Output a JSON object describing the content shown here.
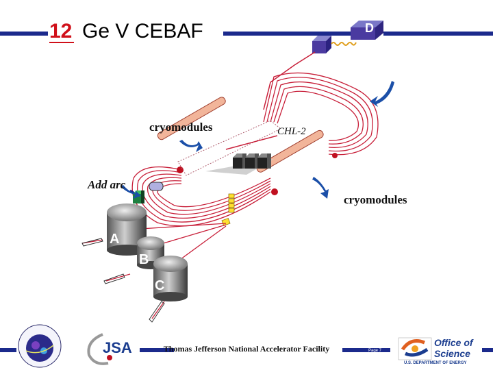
{
  "title": {
    "number": "12",
    "text": "Ge V CEBAF"
  },
  "labels": {
    "cryomodules_top": "cryomodules",
    "chl": "CHL-2",
    "add_arc": "Add arc",
    "cryomodules_right": "cryomodules"
  },
  "halls": {
    "a": "A",
    "b": "B",
    "c": "C",
    "d": "D"
  },
  "footer": {
    "text": "Thomas Jefferson National Accelerator Facility",
    "page": "Page 7",
    "office_line1": "Office of",
    "office_line2": "Science",
    "office_line3": "U.S. DEPARTMENT OF ENERGY"
  },
  "colors": {
    "accent_blue": "#1b2a8c",
    "beam_red": "#c8203a",
    "title_red": "#d0101a"
  }
}
